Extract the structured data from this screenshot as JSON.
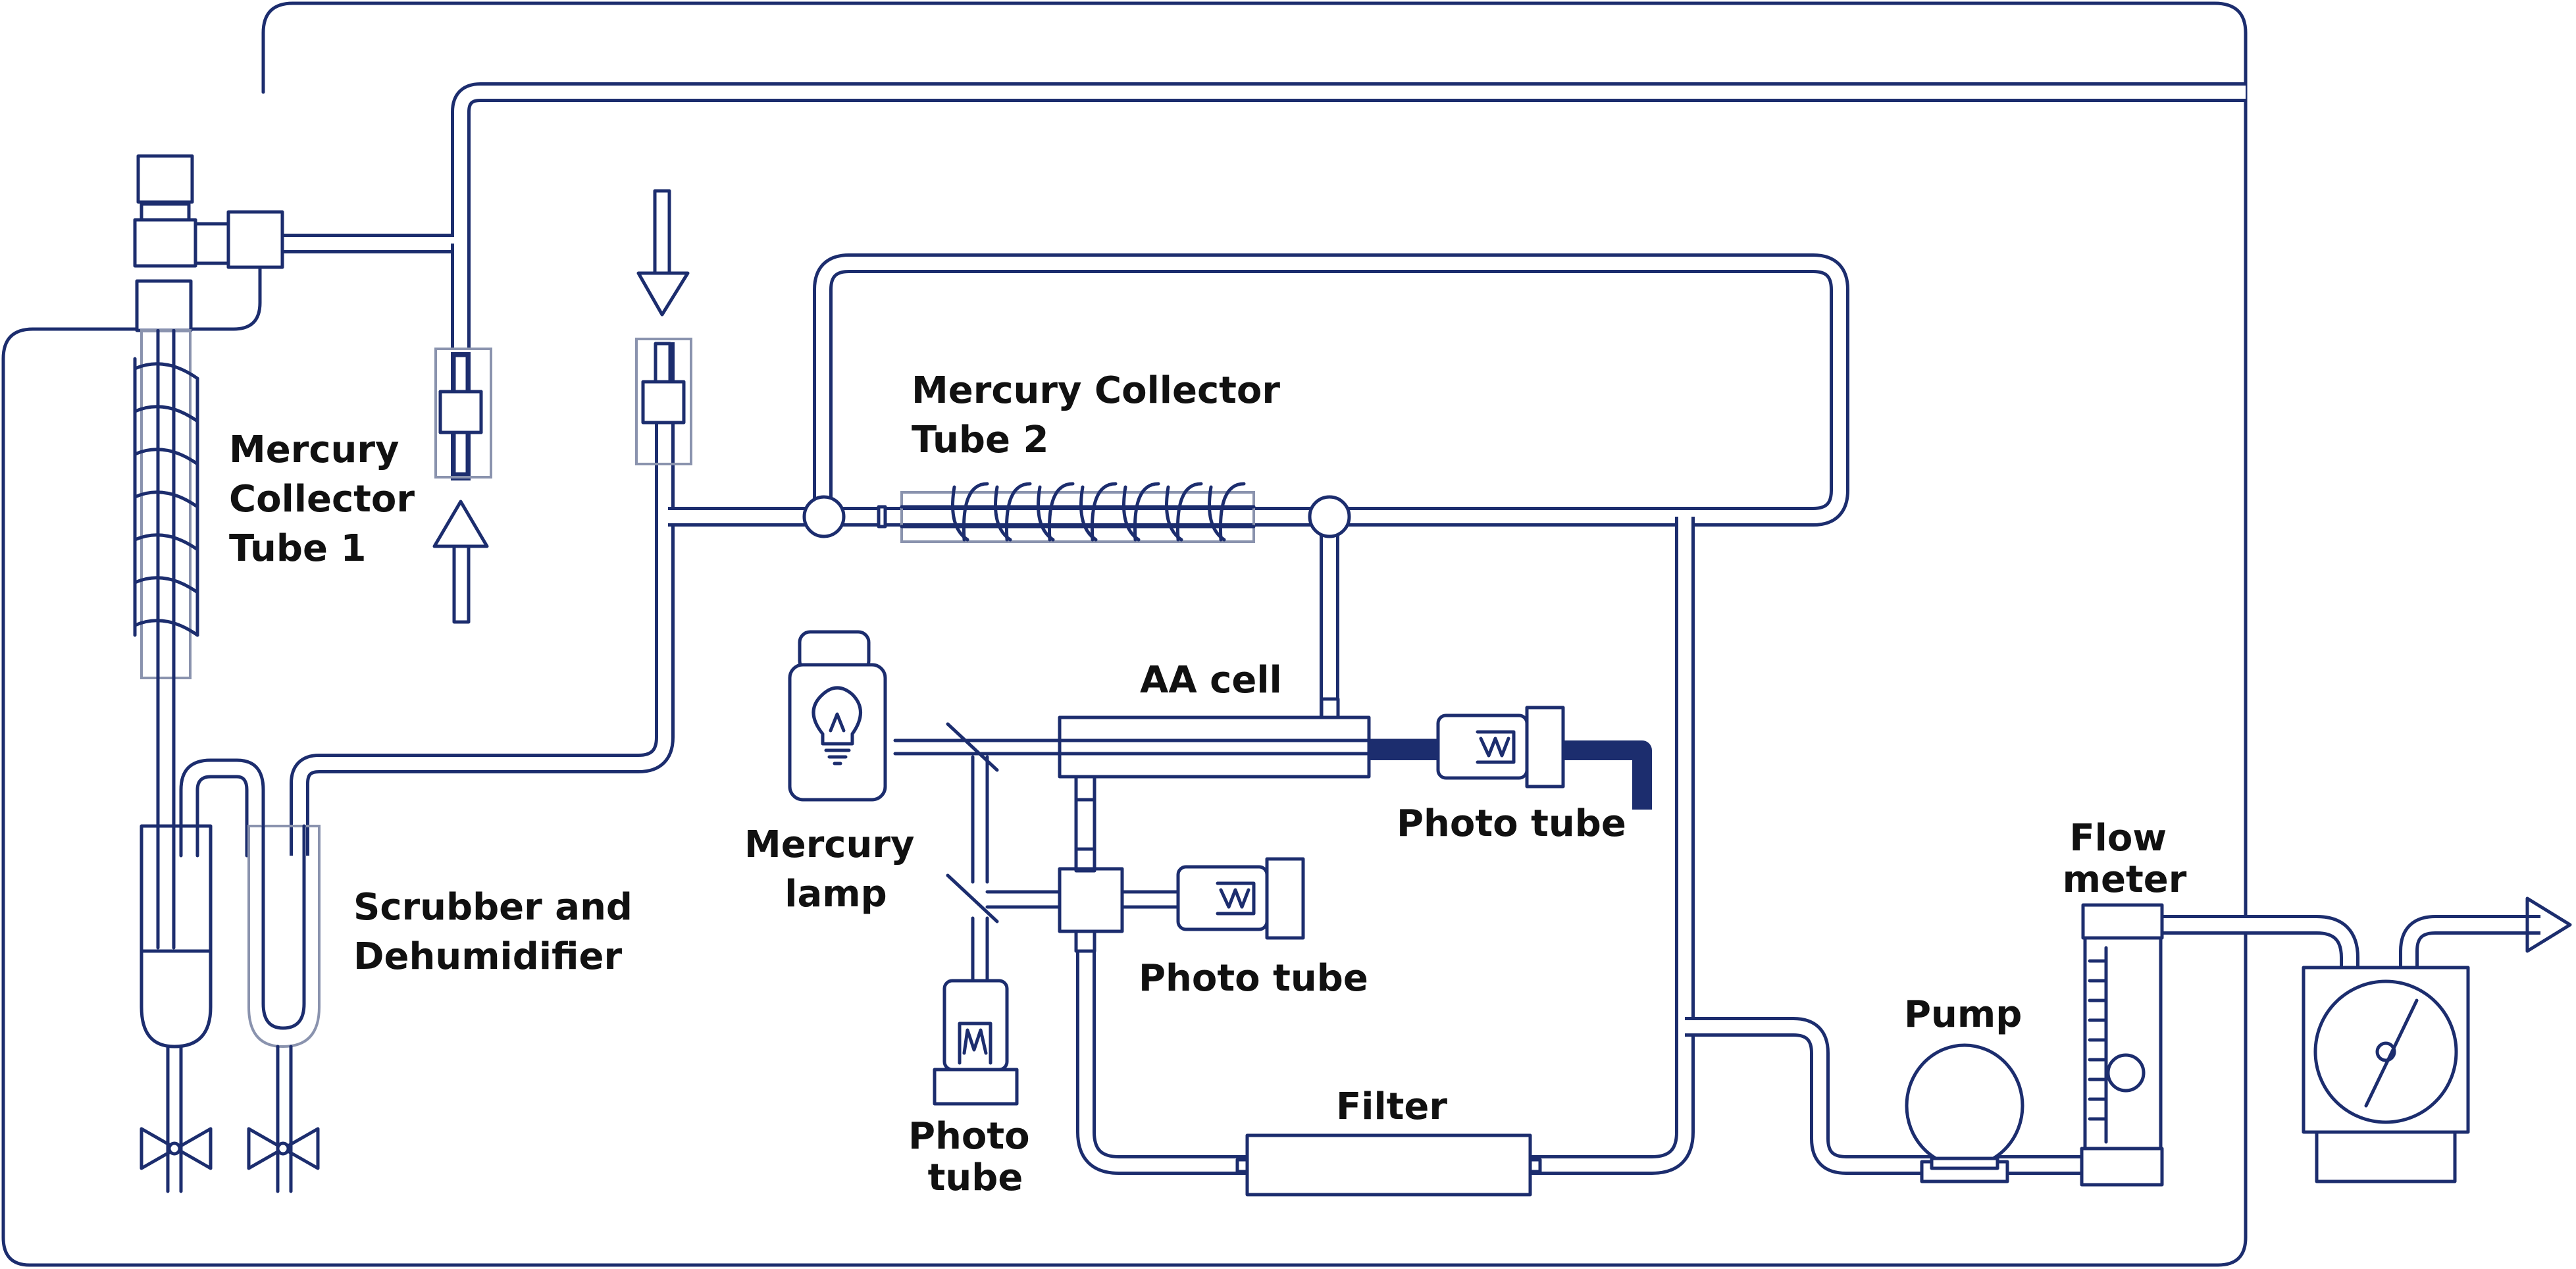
{
  "labels": {
    "collector1": [
      "Mercury",
      "Collector",
      "Tube 1"
    ],
    "collector2": [
      "Mercury Collector",
      "Tube 2"
    ],
    "scrubber": [
      "Scrubber and",
      "Dehumidifier"
    ],
    "aa_cell": "AA cell",
    "mercury_lamp": [
      "Mercury",
      "lamp"
    ],
    "photo_tube_right": "Photo tube",
    "photo_tube_mid": "Photo tube",
    "photo_tube_bottom": [
      "Photo",
      "tube"
    ],
    "filter": "Filter",
    "pump": "Pump",
    "flow_meter": [
      "Flow",
      "meter"
    ]
  },
  "colors": {
    "line": "#1c2d6e",
    "ghost": "#8a93ae",
    "text": "#111111"
  }
}
